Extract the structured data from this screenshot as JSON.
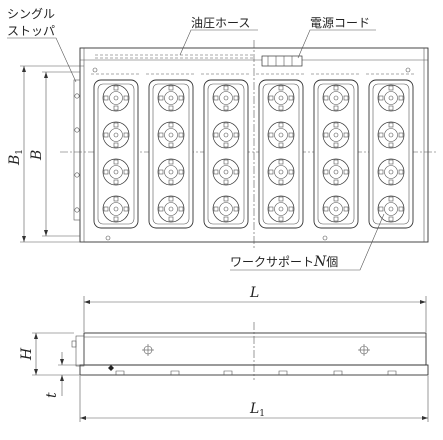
{
  "labels": {
    "single_stopper_line1": "シングル",
    "single_stopper_line2": "ストッパ",
    "oil_hose": "油圧ホース",
    "power_cord": "電源コード",
    "work_support_prefix": "ワークサポート",
    "work_support_n": "N",
    "work_support_suffix": "個"
  },
  "dimensions": {
    "b1_main": "B",
    "b1_sub": "1",
    "b": "B",
    "l": "L",
    "h": "H",
    "t": "t",
    "l1_main": "L",
    "l1_sub": "1"
  },
  "layout_info": {
    "pad_columns": 6,
    "supports_per_column": 4
  }
}
